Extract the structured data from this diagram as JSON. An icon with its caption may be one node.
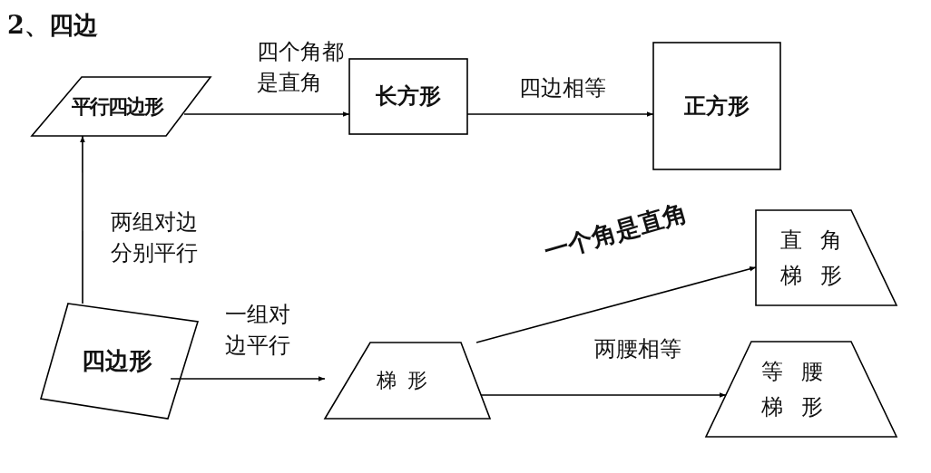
{
  "diagram": {
    "title": "2、四边",
    "nodes": [
      {
        "text": [
          "平行四边形"
        ]
      },
      {
        "text": [
          "长方形"
        ]
      },
      {
        "text": [
          "正方形"
        ]
      },
      {
        "text": [
          "四边形"
        ]
      },
      {
        "text": [
          "梯形"
        ]
      },
      {
        "text": [
          "直角梯形"
        ]
      },
      {
        "text": [
          "等腰梯形"
        ]
      }
    ],
    "edges": [
      {
        "from": 3,
        "to": 0,
        "arrow": "to",
        "label": "两组对边分别平行"
      },
      {
        "from": 0,
        "to": 1,
        "arrow": "to",
        "label": "四个角都是直角"
      },
      {
        "from": 1,
        "to": 2,
        "arrow": "to",
        "label": "四边相等"
      },
      {
        "from": 3,
        "to": 4,
        "arrow": "to",
        "label": "一组对边平行"
      },
      {
        "from": 4,
        "to": 5,
        "arrow": "to",
        "label": "一个角是直角"
      },
      {
        "from": 4,
        "to": 6,
        "arrow": "to",
        "label": "两腰相等"
      }
    ]
  }
}
